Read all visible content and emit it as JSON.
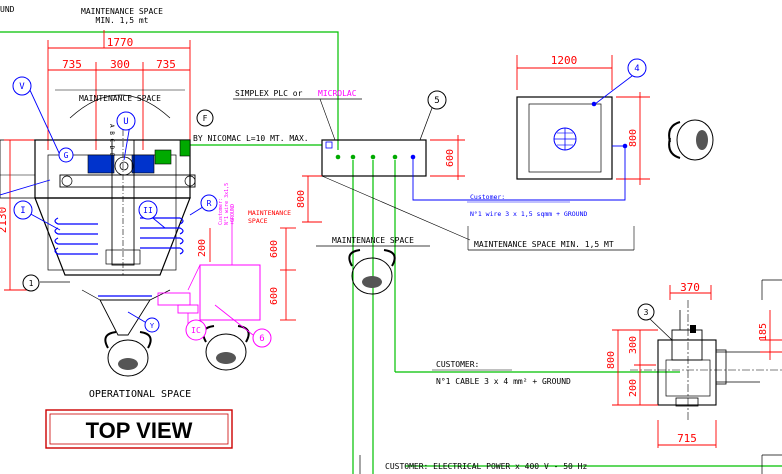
{
  "colors": {
    "dimension": "#ff0000",
    "ground_line": "#00c000",
    "wire": "#0000ff",
    "accent": "#ff00ff",
    "ink": "#000000"
  },
  "notes": {
    "maintenance_top_1": "MAINTENANCE SPACE",
    "maintenance_top_2": "MIN. 1,5 mt",
    "edge_fragment": "UND",
    "maintenance_inside": "MAINTENANCE SPACE",
    "maintenance_center": "MAINTENANCE SPACE",
    "maintenance_min": "MAINTENANCE SPACE MIN. 1,5 MT",
    "operational": "OPERATIONAL SPACE",
    "nicomac": "BY NICOMAC L=10 MT. MAX.",
    "plc_label": "SIMPLEX PLC or",
    "plc_label_accent": "MICROLAC",
    "maint_small_1": "MAINTENANCE",
    "maint_small_2": "SPACE",
    "customer_wire_1": "Customer:",
    "customer_wire_2": "N°1 wire 3 x 1,5 sqmm + GROUND",
    "customer_cable_1": "CUSTOMER:",
    "customer_cable_2": "N°1 CABLE 3 x 4 mm² + GROUND",
    "customer_power": "CUSTOMER: ELECTRICAL POWER x 400 V - 50 Hz",
    "abcde": "A B C D E"
  },
  "dimensions": {
    "d1770": "1770",
    "d735a": "735",
    "d300": "300",
    "d735b": "735",
    "d2130": "2130",
    "d200": "200",
    "d600a": "600",
    "d600b": "600",
    "d600c": "600",
    "d800a": "800",
    "d1200": "1200",
    "d800b": "800",
    "d370": "370",
    "d800c": "800",
    "d300b": "300",
    "d200b": "200",
    "d185": "185",
    "d715": "715"
  },
  "tags": {
    "V": "V",
    "G": "G",
    "U": "U",
    "F": "F",
    "I": "I",
    "II": "II",
    "R": "R",
    "Y": "Y",
    "IC": "IC",
    "n1": "1",
    "n3": "3",
    "n4": "4",
    "n5": "5",
    "n6": "6"
  },
  "title_box": {
    "label": "TOP VIEW"
  }
}
